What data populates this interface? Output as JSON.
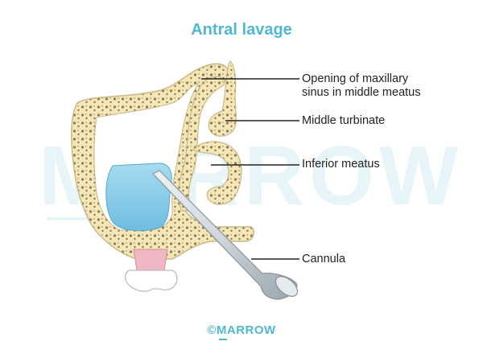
{
  "title": "Antral lavage",
  "watermark": "MARROW",
  "labels": {
    "opening": "Opening of maxillary",
    "opening_2": "sinus in middle meatus",
    "middle_turbinate": "Middle turbinate",
    "inferior_meatus": "Inferior meatus",
    "cannula": "Cannula"
  },
  "copyright": "©MARROW",
  "colors": {
    "title": "#4fb8d3",
    "bone": "#f4e6b5",
    "bone_outline": "#c9b98a",
    "sinus_fluid": "#8fcfea",
    "gum": "#f2b7c5",
    "tooth": "#ffffff",
    "cannula": "#cfd6dc"
  }
}
